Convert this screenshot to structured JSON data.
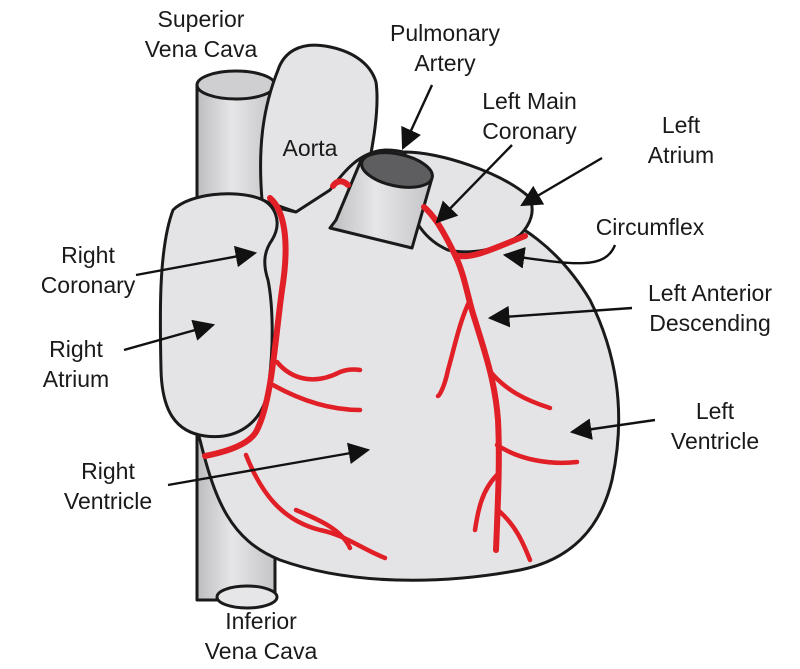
{
  "labels": {
    "superior_vena_cava": [
      "Superior",
      "Vena Cava"
    ],
    "pulmonary_artery": [
      "Pulmonary",
      "Artery"
    ],
    "aorta": "Aorta",
    "left_main_coronary": [
      "Left Main",
      "Coronary"
    ],
    "left_atrium": [
      "Left",
      "Atrium"
    ],
    "circumflex": "Circumflex",
    "right_coronary": [
      "Right",
      "Coronary"
    ],
    "left_anterior_descending": [
      "Left Anterior",
      "Descending"
    ],
    "right_atrium": [
      "Right",
      "Atrium"
    ],
    "left_ventricle": [
      "Left",
      "Ventricle"
    ],
    "right_ventricle": [
      "Right",
      "Ventricle"
    ],
    "inferior_vena_cava": [
      "Inferior",
      "Vena Cava"
    ]
  },
  "colors": {
    "outline": "#1a1a1a",
    "tissue_fill": "#e4e4e6",
    "vessel_fill": "#d6d6d8",
    "coronary_red": "#e11f26"
  }
}
